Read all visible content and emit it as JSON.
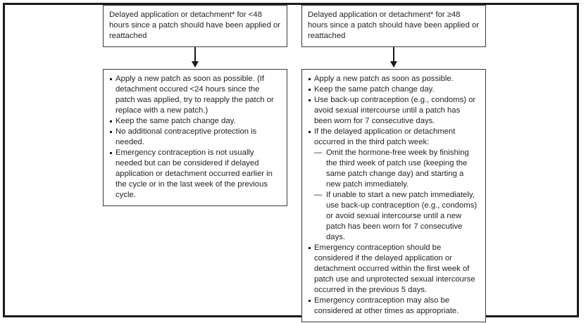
{
  "figure": {
    "title": "Patch delayed application or detachment management flowchart",
    "border_color": "#1a1a1a",
    "box_border_color": "#3b3b3b",
    "text_color": "#231f20",
    "background": "#ffffff"
  },
  "branches": [
    {
      "id": "less-than-48",
      "condition": "Delayed application or detachment* for <48 hours since a patch should have been applied or reattached",
      "actions": [
        {
          "text": "Apply a new patch as soon as possible. (If detachment occured <24 hours since the patch was applied, try to reapply the patch or replace with a new patch.)",
          "sub": []
        },
        {
          "text": "Keep the same patch change day.",
          "sub": []
        },
        {
          "text": "No additional contraceptive protection is needed.",
          "sub": []
        },
        {
          "text": "Emergency contraception is not usually needed but can be considered if delayed application or detachment occurred earlier in the cycle or in the last week of the previous cycle.",
          "sub": []
        }
      ]
    },
    {
      "id": "greater-equal-48",
      "condition": "Delayed application or detachment* for ≥48 hours since a patch should have been applied or reattached",
      "actions": [
        {
          "text": "Apply a new patch as soon as possible.",
          "sub": []
        },
        {
          "text": "Keep the same patch change day.",
          "sub": []
        },
        {
          "text": "Use back-up contraception (e.g., condoms) or avoid sexual intercourse until a patch has been worn for 7 consecutive days.",
          "sub": []
        },
        {
          "text": "If the delayed application or detachment occurred in the third patch week:",
          "sub": [
            "Omit the hormone-free week by finishing the third week of patch use (keeping the same patch change day) and starting a new patch immediately.",
            "If unable to start a new patch immediately, use back-up contraception (e.g., condoms) or avoid sexual intercourse until a new patch has been worn for 7 consecutive days."
          ]
        },
        {
          "text": "Emergency contraception should be considered if the delayed application or detachment occurred within the first week of patch use and unprotected sexual intercourse occurred in the previous 5 days.",
          "sub": []
        },
        {
          "text": "Emergency contraception may also be considered at other times as appropriate.",
          "sub": []
        }
      ]
    }
  ]
}
